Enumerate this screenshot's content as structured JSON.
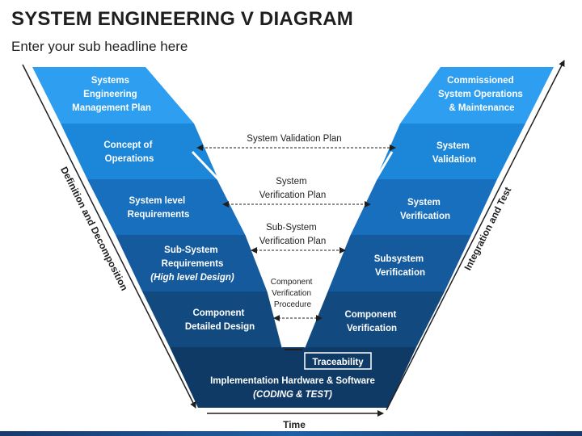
{
  "header": {
    "title": "SYSTEM ENGINEERING V DIAGRAM",
    "subtitle": "Enter your sub headline here"
  },
  "colors": {
    "band1": "#2e9ef0",
    "band2": "#1c86d8",
    "band3": "#176fbd",
    "band4": "#155a9c",
    "band5": "#124a80",
    "band6": "#0f3a66",
    "text_dark": "#1f1f1f"
  },
  "left_wing": [
    {
      "lines": [
        "Systems",
        "Engineering",
        "Management Plan"
      ]
    },
    {
      "lines": [
        "Concept of",
        "Operations"
      ]
    },
    {
      "lines": [
        "System level",
        "Requirements"
      ]
    },
    {
      "lines": [
        "Sub-System",
        "Requirements"
      ],
      "italic": "(High level Design)"
    },
    {
      "lines": [
        "Component",
        "Detailed Design"
      ]
    }
  ],
  "right_wing": [
    {
      "lines": [
        "Commissioned",
        "System Operations",
        "& Maintenance"
      ]
    },
    {
      "lines": [
        "System",
        "Validation"
      ]
    },
    {
      "lines": [
        "System",
        "Verification"
      ]
    },
    {
      "lines": [
        "Subsystem",
        "Verification"
      ]
    },
    {
      "lines": [
        "Component",
        "Verification"
      ]
    }
  ],
  "bottom_band": {
    "line1": "Implementation Hardware & Software",
    "line2": "(CODING & TEST)",
    "traceability": "Traceability"
  },
  "plans": [
    {
      "lines": [
        "System Validation Plan"
      ]
    },
    {
      "lines": [
        "System",
        "Verification Plan"
      ]
    },
    {
      "lines": [
        "Sub-System",
        "Verification Plan"
      ]
    },
    {
      "lines": [
        "Component",
        "Verification",
        "Procedure"
      ]
    }
  ],
  "side_labels": {
    "left": "Definition and Decomposition",
    "right": "Integration and Test",
    "bottom": "Time"
  }
}
